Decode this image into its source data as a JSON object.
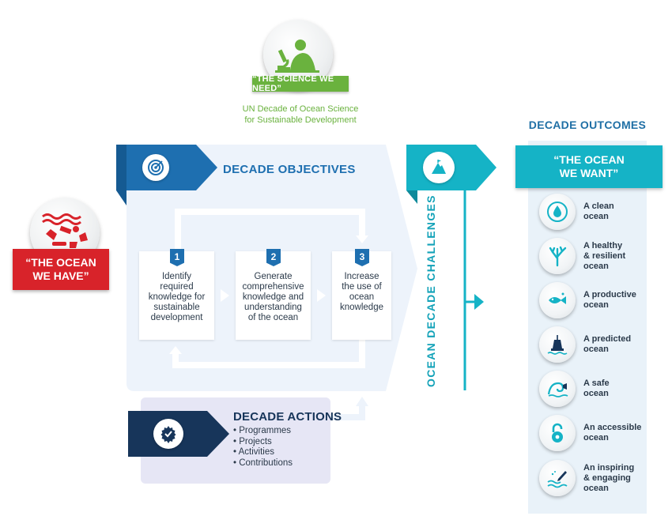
{
  "science": {
    "banner": "“THE SCIENCE WE NEED”",
    "subtitle": "UN Decade of Ocean Science\nfor Sustainable Development"
  },
  "ocean_have": {
    "label": "“THE OCEAN\nWE HAVE”"
  },
  "objectives": {
    "title": "DECADE OBJECTIVES",
    "items": [
      {
        "number": "1",
        "text": "Identify\nrequired\nknowledge for\nsustainable\ndevelopment"
      },
      {
        "number": "2",
        "text": "Generate\ncomprehensive\nknowledge and\nunderstanding\nof the ocean"
      },
      {
        "number": "3",
        "text": "Increase\nthe use of\nocean\nknowledge"
      }
    ]
  },
  "actions": {
    "title": "DECADE ACTIONS",
    "items": [
      "Programmes",
      "Projects",
      "Activities",
      "Contributions"
    ]
  },
  "challenges": {
    "label": "OCEAN DECADE CHALLENGES"
  },
  "outcomes": {
    "title": "DECADE OUTCOMES",
    "banner": "“THE OCEAN\nWE WANT”",
    "items": [
      {
        "label": "A clean\nocean",
        "icon": "water-drop-icon"
      },
      {
        "label": "A healthy\n& resilient\nocean",
        "icon": "coral-icon"
      },
      {
        "label": "A productive\nocean",
        "icon": "fish-icon"
      },
      {
        "label": "A predicted\nocean",
        "icon": "buoy-icon"
      },
      {
        "label": "A safe\nocean",
        "icon": "wave-icon"
      },
      {
        "label": "An accessible\nocean",
        "icon": "open-lock-icon"
      },
      {
        "label": "An inspiring\n& engaging\nocean",
        "icon": "pen-icon"
      }
    ]
  },
  "colors": {
    "green": "#6ab23e",
    "red": "#d8232a",
    "blue": "#1e6fb0",
    "navy": "#17355a",
    "teal": "#15b3c6"
  }
}
